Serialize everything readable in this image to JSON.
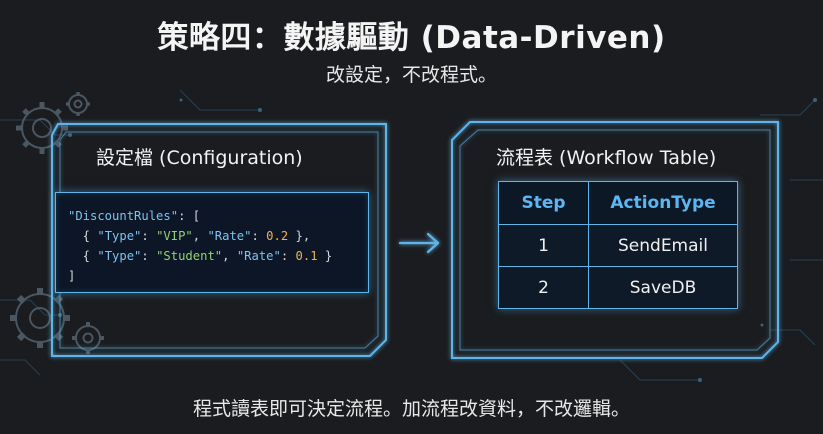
{
  "title": "策略四：數據驅動 (Data-Driven)",
  "subtitle": "改設定，不改程式。",
  "config_panel": {
    "title": "設定檔 (Configuration)",
    "code": {
      "key": "\"DiscountRules\"",
      "rules": [
        {
          "type_key": "\"Type\"",
          "type_value": "\"VIP\"",
          "rate_key": "\"Rate\"",
          "rate_value": "0.2"
        },
        {
          "type_key": "\"Type\"",
          "type_value": "\"Student\"",
          "rate_key": "\"Rate\"",
          "rate_value": "0.1"
        }
      ]
    }
  },
  "workflow_panel": {
    "title": "流程表 (Workflow Table)",
    "table": {
      "headers": [
        "Step",
        "ActionType"
      ],
      "rows": [
        [
          "1",
          "SendEmail"
        ],
        [
          "2",
          "SaveDB"
        ]
      ]
    }
  },
  "footer": "程式讀表即可決定流程。加流程改資料，不改邏輯。",
  "colors": {
    "background": "#1a1c1f",
    "accent": "#5fb4e8",
    "string": "#93d36d",
    "number": "#f0b24a",
    "header_text": "#5cb6f2"
  }
}
